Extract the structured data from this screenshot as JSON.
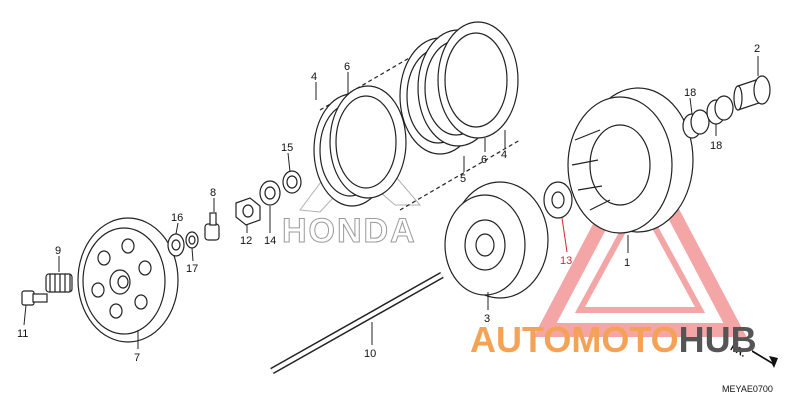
{
  "diagram": {
    "code": "MEYAE0700",
    "orientation_label": "FR.",
    "watermark_text": "HONDA",
    "brand": {
      "part1": "AUTOMOTO",
      "part2": "HUB"
    },
    "colors": {
      "line": "#222222",
      "accent_red": "#d9262c",
      "brand_orange": "#f4a256",
      "brand_grey": "#555555"
    }
  },
  "callouts": [
    {
      "id": "c1",
      "text": "1"
    },
    {
      "id": "c2",
      "text": "2"
    },
    {
      "id": "c3",
      "text": "3"
    },
    {
      "id": "c4a",
      "text": "4"
    },
    {
      "id": "c4b",
      "text": "4"
    },
    {
      "id": "c5",
      "text": "5"
    },
    {
      "id": "c6a",
      "text": "6"
    },
    {
      "id": "c6b",
      "text": "6"
    },
    {
      "id": "c7",
      "text": "7"
    },
    {
      "id": "c8",
      "text": "8"
    },
    {
      "id": "c9",
      "text": "9"
    },
    {
      "id": "c10",
      "text": "10"
    },
    {
      "id": "c11",
      "text": "11"
    },
    {
      "id": "c12",
      "text": "12"
    },
    {
      "id": "c13",
      "text": "13"
    },
    {
      "id": "c14",
      "text": "14"
    },
    {
      "id": "c15",
      "text": "15"
    },
    {
      "id": "c16",
      "text": "16"
    },
    {
      "id": "c17",
      "text": "17"
    },
    {
      "id": "c18a",
      "text": "18"
    },
    {
      "id": "c18b",
      "text": "18"
    }
  ]
}
